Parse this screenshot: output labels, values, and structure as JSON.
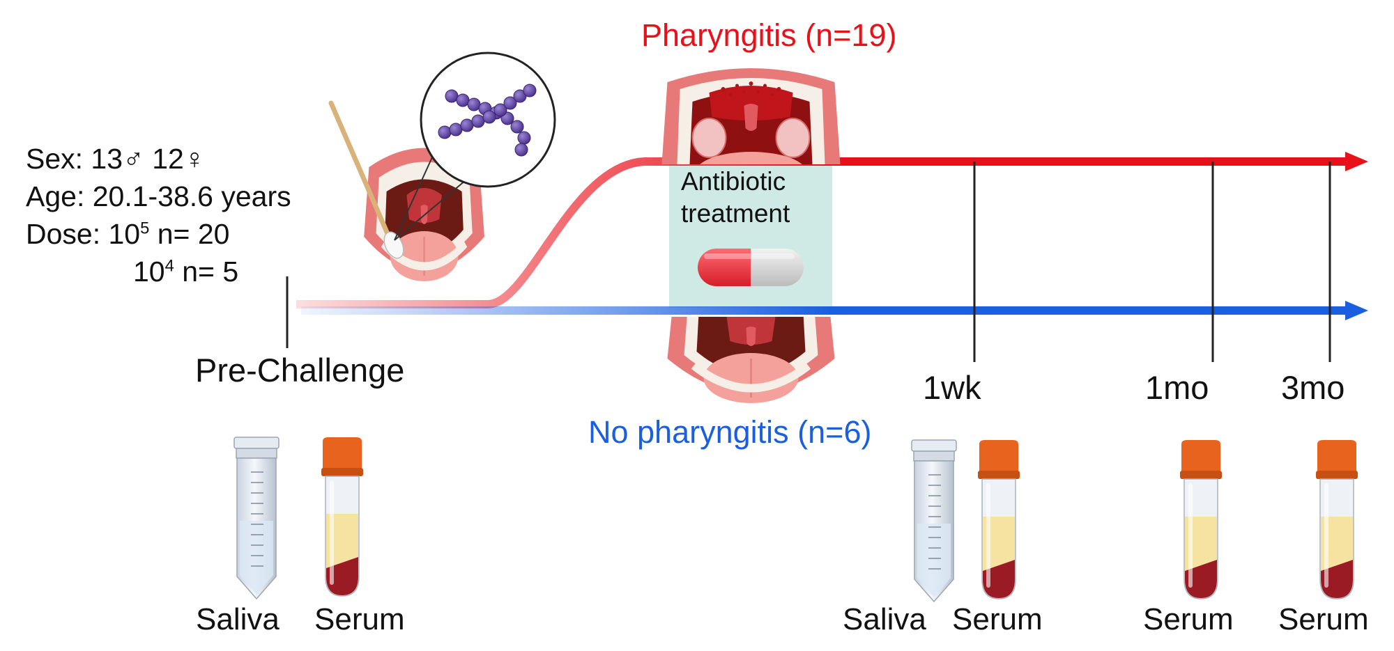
{
  "demographics": {
    "sex_prefix": "Sex: 13",
    "male_symbol": "♂",
    "sex_mid": " 12",
    "female_symbol": "♀",
    "age": "Age: 20.1-38.6 years",
    "dose_prefix": "Dose: 10",
    "dose_high_exp": "5",
    "dose_high_n": " n= 20",
    "dose_low_base": "10",
    "dose_low_exp": "4",
    "dose_low_n": " n= 5"
  },
  "groups": {
    "pharyngitis": "Pharyngitis (n=19)",
    "no_pharyngitis": "No pharyngitis (n=6)"
  },
  "treatment": {
    "label": "Antibiotic treatment"
  },
  "timepoints": {
    "pre": "Pre-Challenge",
    "wk1": "1wk",
    "mo1": "1mo",
    "mo3": "3mo"
  },
  "samples": {
    "pre": [
      "Saliva",
      "Serum"
    ],
    "wk1": [
      "Saliva",
      "Serum"
    ],
    "mo1": [
      "Serum"
    ],
    "mo3": [
      "Serum"
    ]
  },
  "colors": {
    "pharyngitis": "#e8111a",
    "no_pharyngitis": "#1a5fe0",
    "treatment_box": "#cfe9e4",
    "tube_cap": "#e8641e",
    "serum": "#f6e3a1",
    "blood": "#9b1b24"
  }
}
